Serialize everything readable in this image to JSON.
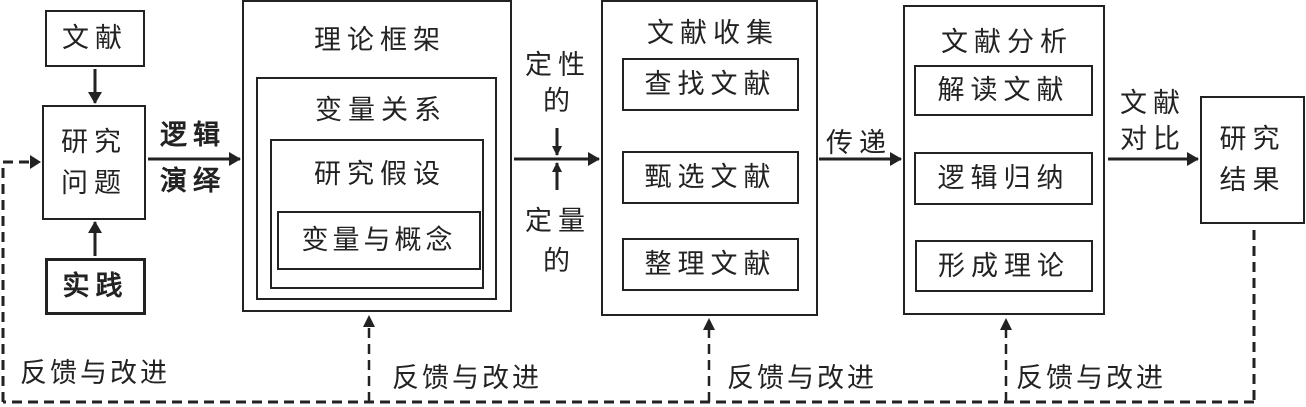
{
  "inputs": {
    "literature": "文献",
    "research_question_line1": "研究",
    "research_question_line2": "问题",
    "practice": "实践"
  },
  "edges": {
    "logic_deduction_line1": "逻辑",
    "logic_deduction_line2": "演绎",
    "qualitative_line1": "定性",
    "qualitative_line2": "的",
    "quantitative_line1": "定量",
    "quantitative_line2": "的",
    "transfer": "传递",
    "literature_compare_line1": "文献",
    "literature_compare_line2": "对比"
  },
  "theory_framework": {
    "title": "理论框架",
    "variable_relations": "变量关系",
    "research_hypothesis": "研究假设",
    "variables_concepts": "变量与概念"
  },
  "literature_collection": {
    "title": "文献收集",
    "steps": [
      "查找文献",
      "甄选文献",
      "整理文献"
    ]
  },
  "literature_analysis": {
    "title": "文献分析",
    "steps": [
      "解读文献",
      "逻辑归纳",
      "形成理论"
    ]
  },
  "results": {
    "line1": "研究",
    "line2": "结果"
  },
  "feedback": {
    "labels": [
      "反馈与改进",
      "反馈与改进",
      "反馈与改进",
      "反馈与改进"
    ]
  }
}
